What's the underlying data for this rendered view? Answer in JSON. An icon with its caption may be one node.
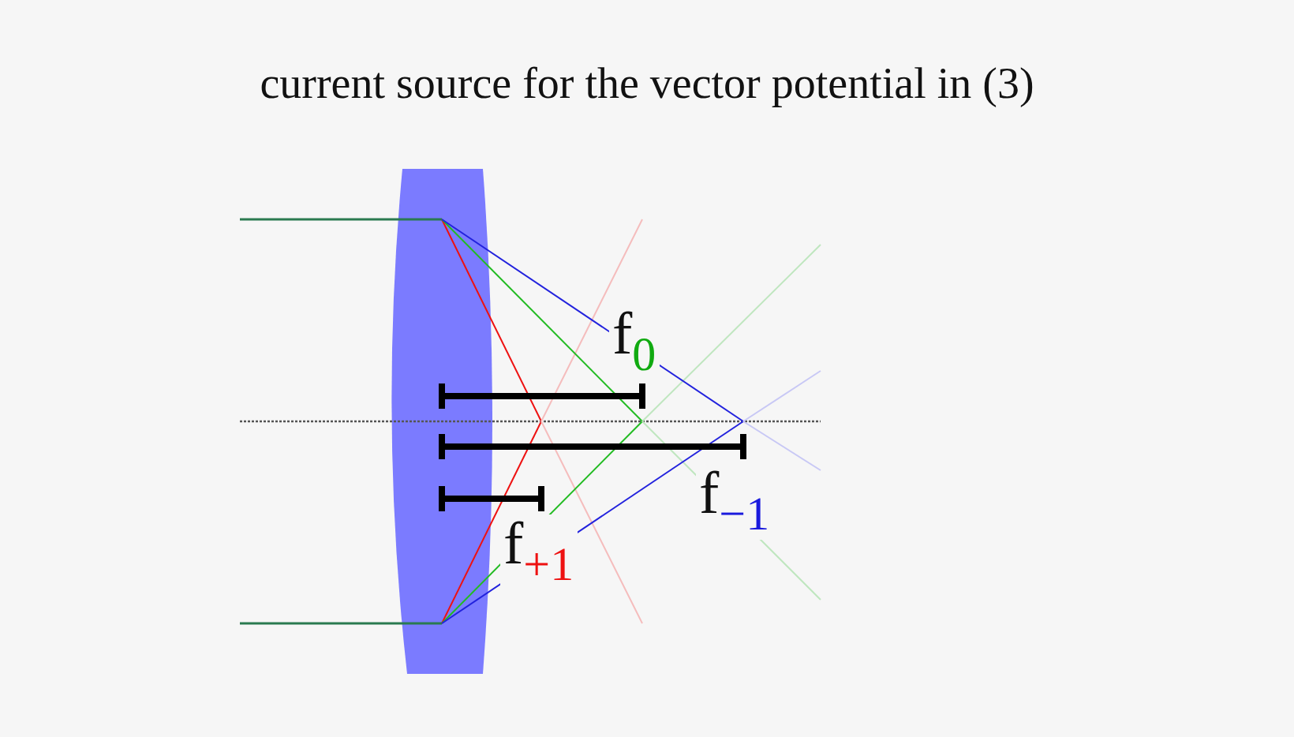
{
  "diagram": {
    "title": "current source for the vector potential in (3)",
    "labels": [
      "f$_{0}$",
      "f$_{−1}$",
      "f$_{+1}$"
    ]
  }
}
